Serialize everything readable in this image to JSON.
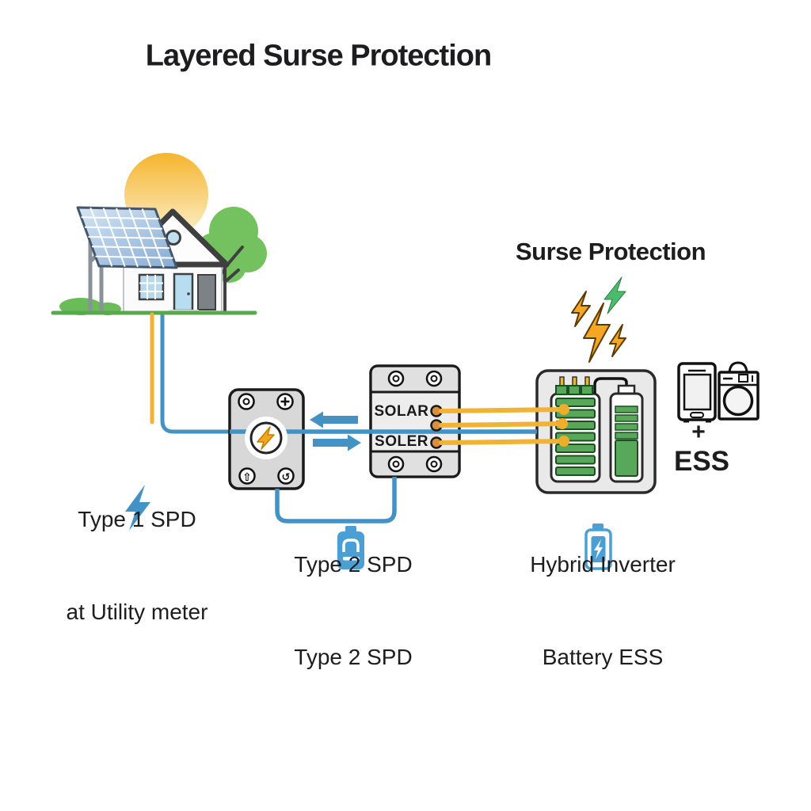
{
  "title": "Layered Surse Protection",
  "surge_heading": "Surse Protection",
  "spd_box": {
    "row1": "SOLAR",
    "row2": "SOLER"
  },
  "device_glyphs": {
    "home_arrow": "⇧",
    "reset_arrow": "↺",
    "plus": "+"
  },
  "captions": {
    "type1_line1": "Type 1 SPD",
    "type1_line2": "at Utility meter",
    "type2_line1": "Type 2 SPD",
    "type2_line2": "Type 2 SPD",
    "hybrid_line1": "Hybrid Inverter",
    "hybrid_line2": "Battery ESS",
    "ess_plus": "+",
    "ess_label": "ESS"
  },
  "icons": [
    "sun-icon",
    "tree-icon",
    "bush-icons",
    "house-icon",
    "solar-panel-icon",
    "ground-line",
    "type1-spd-device",
    "lightning-bolt-icon",
    "type2-spd-device",
    "hybrid-inverter-panel",
    "arrow-left-icon",
    "arrow-right-icon",
    "surge-bolt-orange-small-icon",
    "surge-bolt-green-icon",
    "surge-bolt-orange-large-icon",
    "surge-bolt-orange-tiny-icon",
    "utility-surge-bolt-icon",
    "type2-battery-icon",
    "hybrid-battery-icon",
    "phone-icon",
    "washing-machine-icon"
  ],
  "colors": {
    "accent_blue": "#4292C6",
    "wire_yellow": "#F2B233",
    "battery_green": "#57A85A",
    "bolt_orange": "#F5A623",
    "bolt_green": "#4CBB6C",
    "device_gray": "#D8D8D8",
    "panel_gray": "#E9E9E9",
    "outline_dark": "#1A1A1A",
    "sun_yellow": "#F5B52E",
    "foliage_green": "#74C25F",
    "ground_green": "#58A84E",
    "solar_panel_blue": "#86ABD3",
    "icon_blue": "#4A9FD4",
    "text_dark": "#1D1D1F"
  }
}
